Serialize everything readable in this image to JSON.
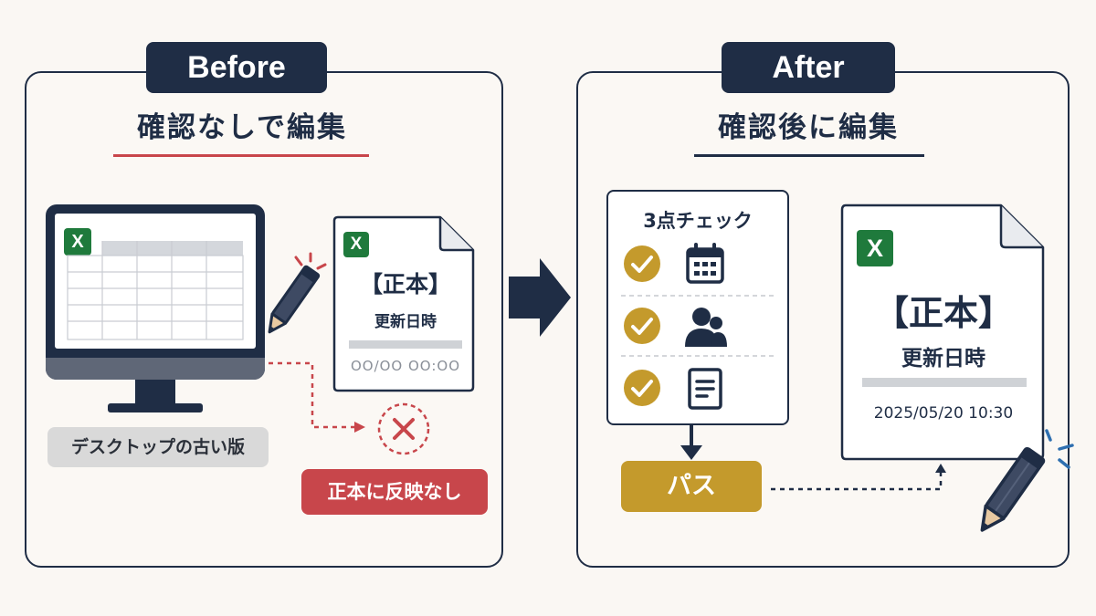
{
  "before": {
    "tag": "Before",
    "heading": "確認なしで編集",
    "excel_badge": "X",
    "doc_title": "【正本】",
    "doc_label": "更新日時",
    "doc_timestamp": "OO/OO OO:OO",
    "desktop_label": "デスクトップの古い版",
    "result_label": "正本に反映なし"
  },
  "after": {
    "tag": "After",
    "heading": "確認後に編集",
    "checklist_title": "3点チェック",
    "pass_label": "パス",
    "excel_badge": "X",
    "doc_title": "【正本】",
    "doc_label": "更新日時",
    "doc_timestamp": "2025/05/20 10:30"
  },
  "colors": {
    "navy": "#1f2d45",
    "red": "#c8464b",
    "gold": "#c49a2c",
    "excel_green": "#1f7a3c",
    "gray_pill": "#d9d9d9"
  }
}
